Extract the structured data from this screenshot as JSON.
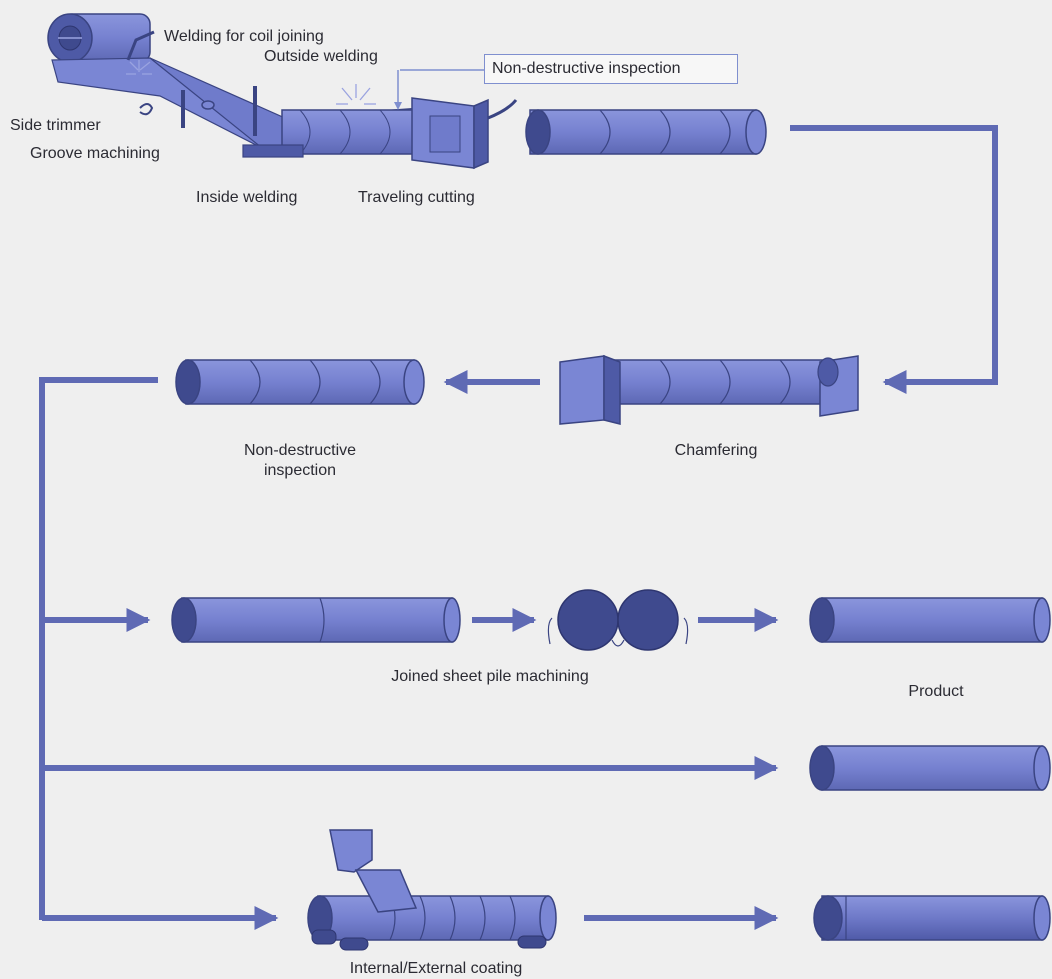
{
  "labels": {
    "welding_coil_joining": "Welding for coil joining",
    "outside_welding": "Outside welding",
    "non_destructive_inspection_top": "Non-destructive inspection",
    "side_trimmer": "Side trimmer",
    "groove_machining": "Groove machining",
    "inside_welding": "Inside welding",
    "traveling_cutting": "Traveling cutting",
    "non_destructive_inspection_1": "Non-destructive",
    "non_destructive_inspection_2": "inspection",
    "chamfering": "Chamfering",
    "joined_sheet_pile_machining": "Joined sheet pile machining",
    "product": "Product",
    "internal_external_coating": "Internal/External coating"
  },
  "colors": {
    "background": "#efefef",
    "pipe_fill": "#7a86d4",
    "pipe_dark": "#3f4a8e",
    "pipe_end": "#4e5aa6",
    "pipe_stroke": "#3a4482",
    "flow_line": "#5f6ab4",
    "label_text": "#2b2b33",
    "callout_border": "#7f8fcf"
  }
}
